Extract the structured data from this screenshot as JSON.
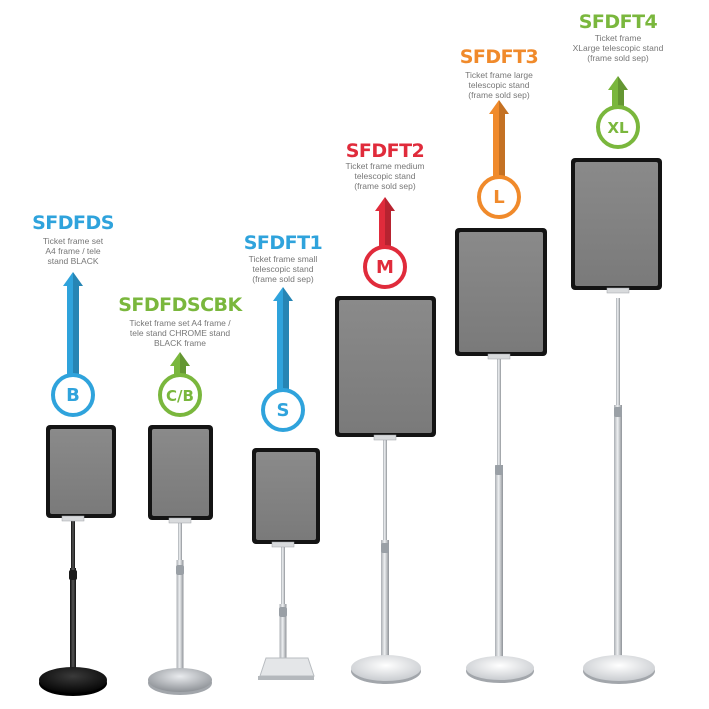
{
  "colors": {
    "blue": "#2fa3dc",
    "green": "#7ab73d",
    "red": "#e02b3b",
    "orange": "#f08a2b"
  },
  "products": [
    {
      "code": "SFDFDS",
      "description": [
        "Ticket frame set",
        "A4 frame / tele",
        "stand BLACK"
      ],
      "badge": "B",
      "color_key": "blue",
      "stand_finish": "black"
    },
    {
      "code": "SFDFDSCBK",
      "description": [
        "Ticket frame set A4 frame /",
        "tele stand CHROME stand",
        "BLACK frame"
      ],
      "badge": "C/B",
      "color_key": "green",
      "stand_finish": "chrome"
    },
    {
      "code": "SFDFT1",
      "description": [
        "Ticket frame small",
        "telescopic stand",
        "(frame sold sep)"
      ],
      "badge": "S",
      "color_key": "blue",
      "stand_finish": "white"
    },
    {
      "code": "SFDFT2",
      "description": [
        "Ticket frame medium",
        "telescopic stand",
        "(frame sold sep)"
      ],
      "badge": "M",
      "color_key": "red",
      "stand_finish": "white"
    },
    {
      "code": "SFDFT3",
      "description": [
        "Ticket frame large",
        "telescopic stand",
        "(frame sold sep)"
      ],
      "badge": "L",
      "color_key": "orange",
      "stand_finish": "white"
    },
    {
      "code": "SFDFT4",
      "description": [
        "Ticket frame",
        "XLarge telescopic stand",
        "(frame sold sep)"
      ],
      "badge": "XL",
      "color_key": "green",
      "stand_finish": "white"
    }
  ]
}
